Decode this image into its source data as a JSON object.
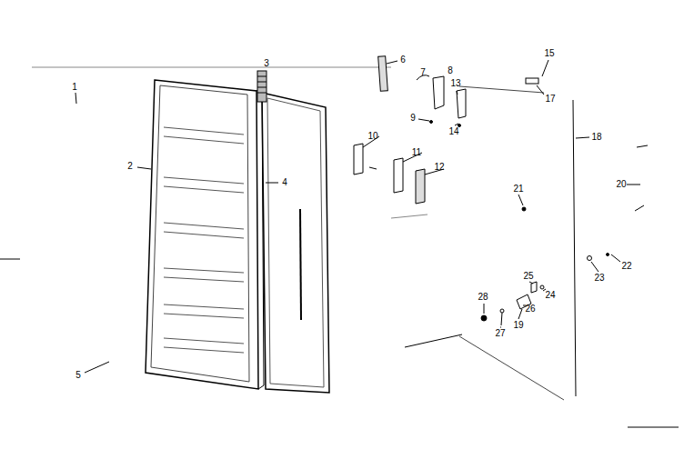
{
  "diagram": {
    "labels": [
      "1",
      "2",
      "3",
      "4",
      "5",
      "6",
      "7",
      "8",
      "9",
      "10",
      "11",
      "12",
      "13",
      "14",
      "15",
      "17",
      "18",
      "19",
      "20",
      "21",
      "22",
      "23",
      "24",
      "25",
      "26",
      "27",
      "28"
    ]
  }
}
